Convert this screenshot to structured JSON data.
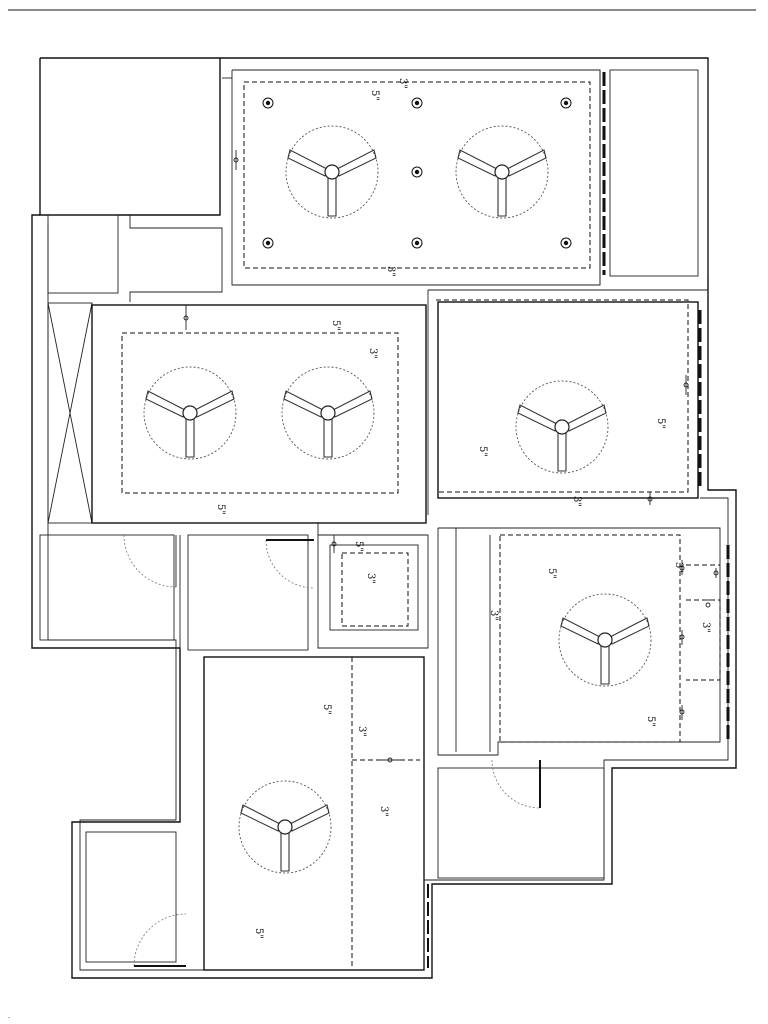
{
  "drawing": {
    "ceiling_labels": [
      "3\"",
      "5\"",
      "3\"",
      "5\"",
      "3\"",
      "5\"",
      "5\"",
      "5\"",
      "3\"",
      "5\"",
      "3\"",
      "3\"",
      "5\"",
      "5\"",
      "3\"",
      "3\"",
      "3\"",
      "5\"",
      "5\"",
      "3\""
    ],
    "fan_icon": "ceiling-fan",
    "light_icon": "recessed-light",
    "door_icon": "door-swing"
  }
}
